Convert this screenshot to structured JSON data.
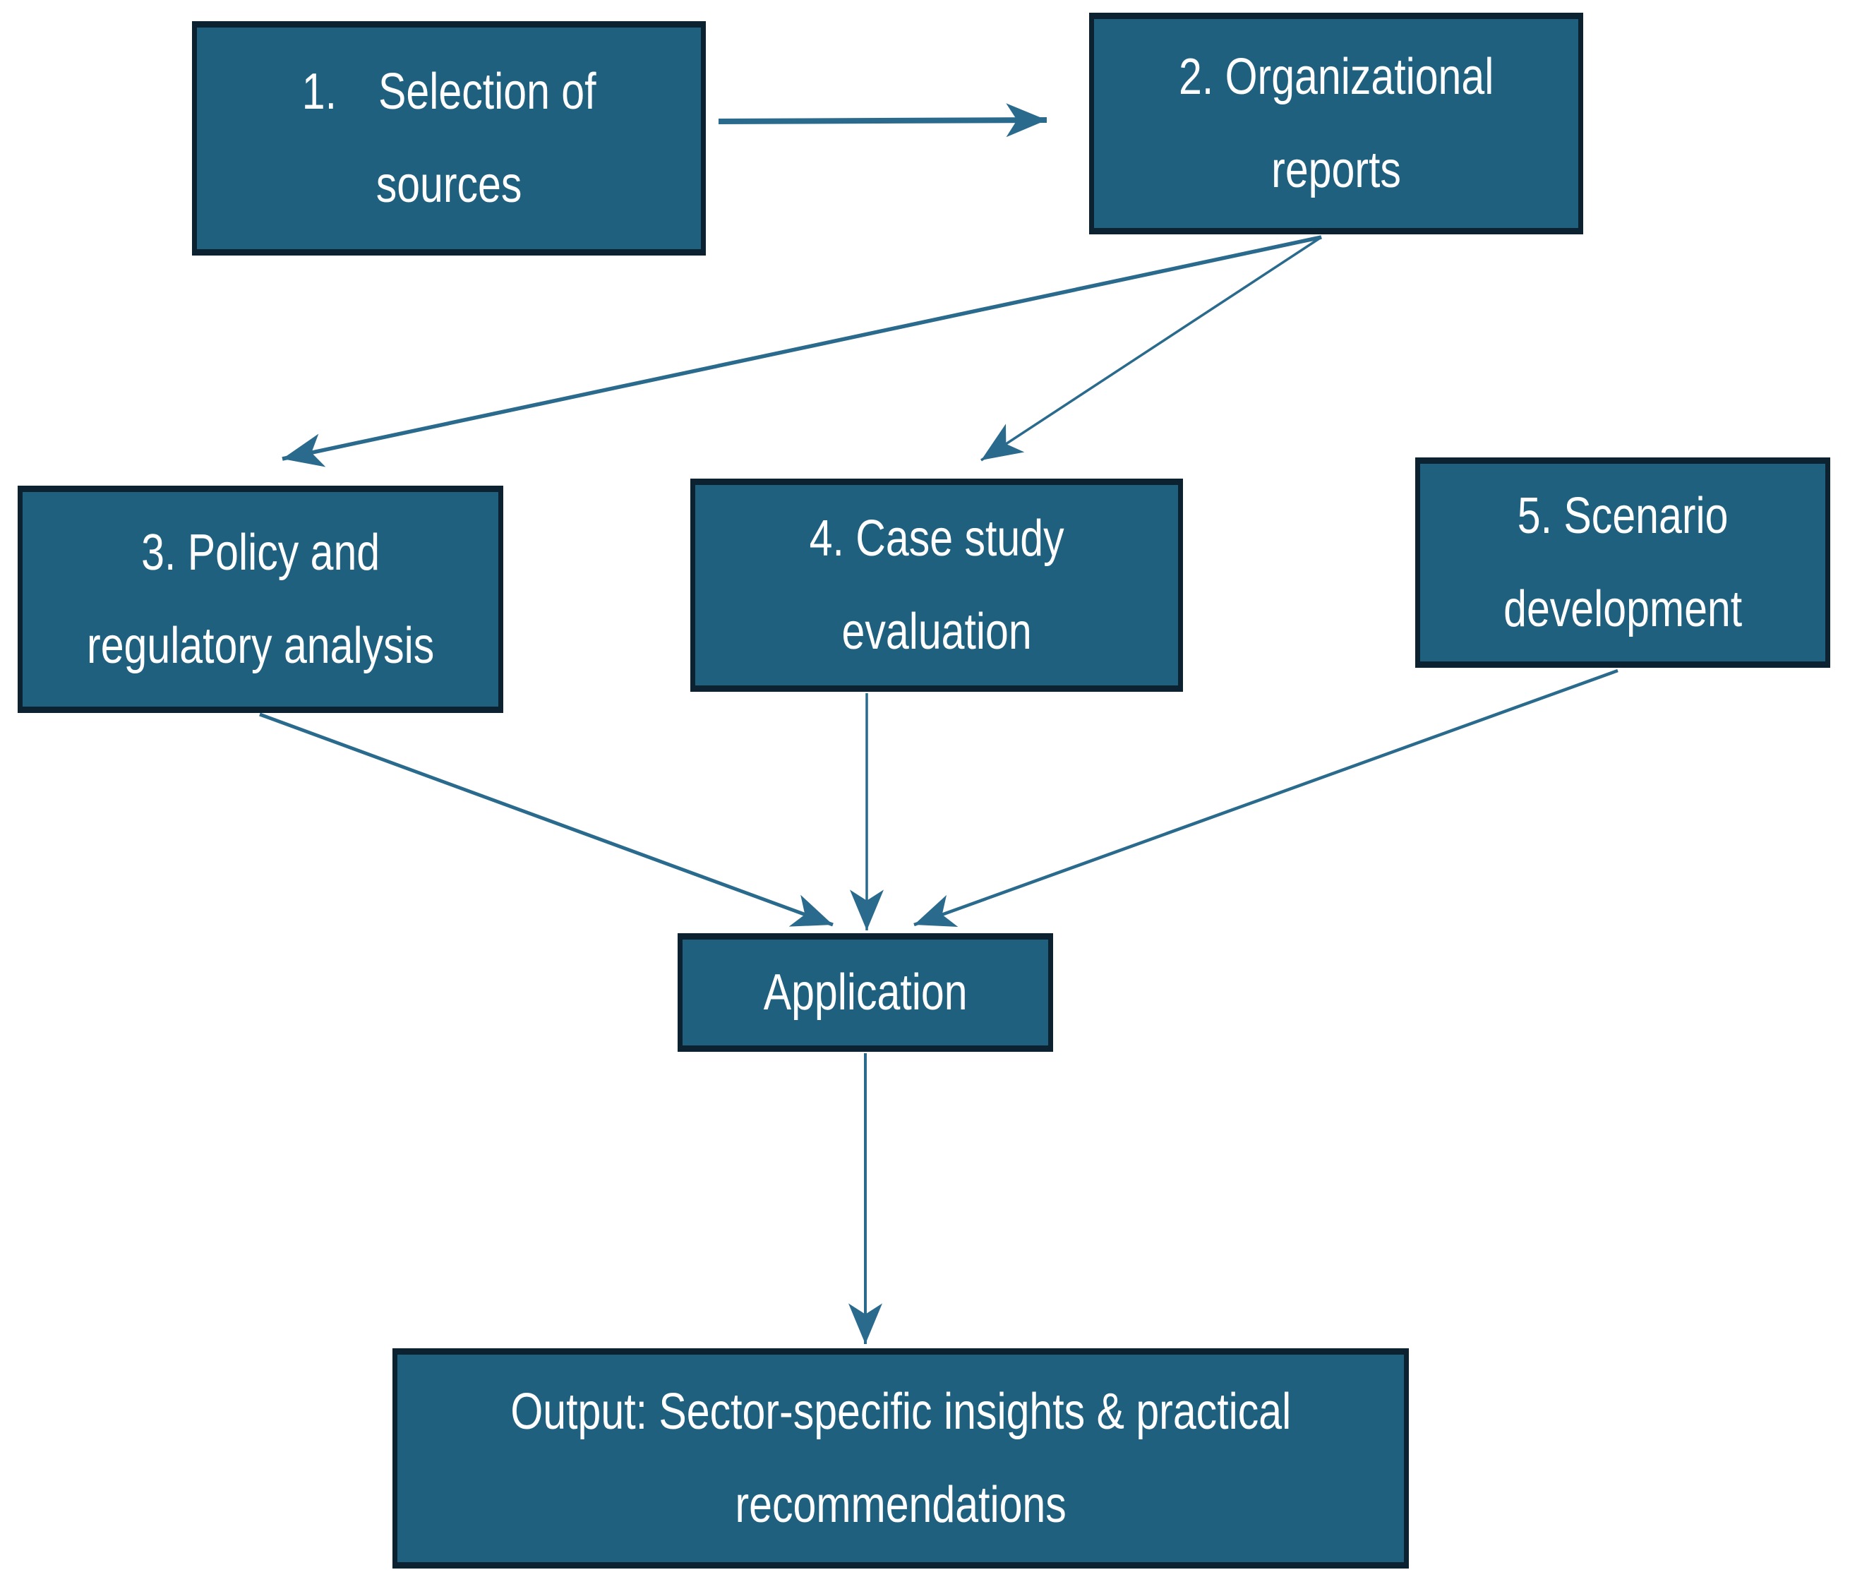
{
  "theme": {
    "background": "#ffffff",
    "node_fill": "#20607f",
    "node_border": "#0d2231",
    "node_text": "#ffffff",
    "arrow": "#2a6b8d"
  },
  "nodes": {
    "sources": {
      "lines": [
        "1. Selection of",
        "sources"
      ]
    },
    "reports": {
      "lines": [
        "2. Organizational",
        "reports"
      ]
    },
    "policy": {
      "lines": [
        "3. Policy and",
        "regulatory analysis"
      ]
    },
    "casestudy": {
      "lines": [
        "4. Case study",
        "evaluation"
      ]
    },
    "scenario": {
      "lines": [
        "5. Scenario",
        "development"
      ]
    },
    "application": {
      "lines": [
        "Application"
      ]
    },
    "output": {
      "lines": [
        "Output: Sector-specific insights & practical",
        "recommendations"
      ]
    }
  },
  "edges": [
    {
      "from": "sources",
      "to": "reports"
    },
    {
      "from": "reports",
      "to": "policy"
    },
    {
      "from": "reports",
      "to": "casestudy"
    },
    {
      "from": "policy",
      "to": "application"
    },
    {
      "from": "casestudy",
      "to": "application"
    },
    {
      "from": "scenario",
      "to": "application"
    },
    {
      "from": "application",
      "to": "output"
    }
  ]
}
